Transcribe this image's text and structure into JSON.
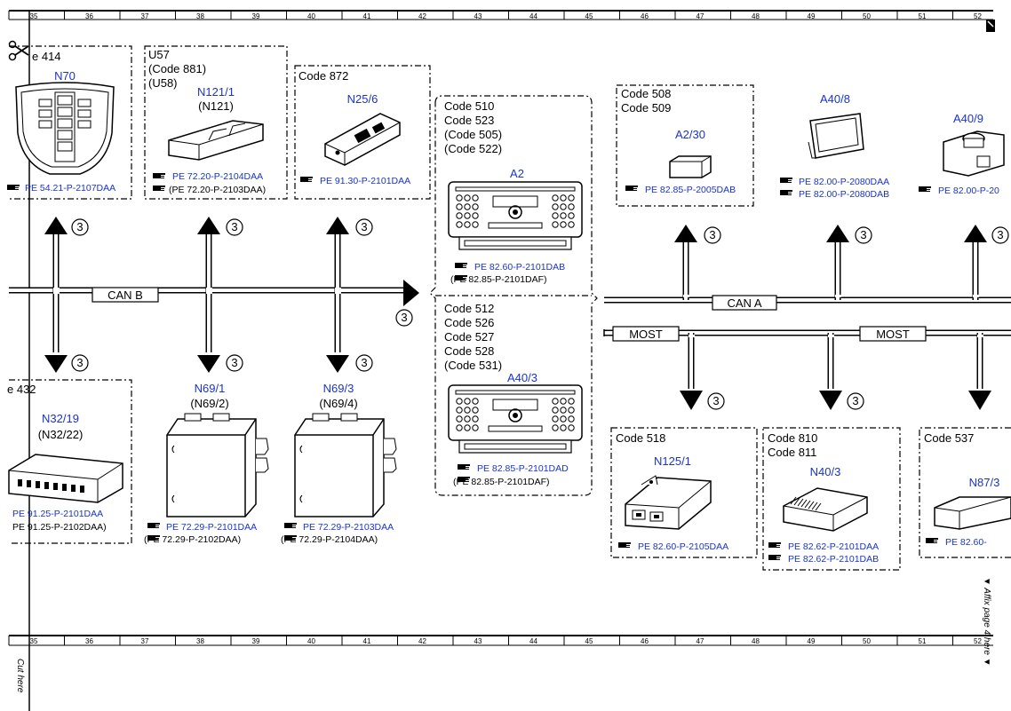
{
  "ruler": {
    "numbers": [
      "35",
      "36",
      "37",
      "38",
      "39",
      "40",
      "41",
      "42",
      "43",
      "44",
      "45",
      "46",
      "47",
      "48",
      "49",
      "50",
      "51",
      "52"
    ]
  },
  "side_text": {
    "cut_here": "Cut here",
    "affix_page": "▼ Affix page 4 here ▼"
  },
  "buses": {
    "can_b": "CAN B",
    "can_a": "CAN A",
    "most_1": "MOST",
    "most_2": "MOST"
  },
  "connector": "3",
  "boxes": {
    "n70": {
      "header": "e 414",
      "name": "N70",
      "refs": [
        "PE 54.21-P-2107DAA"
      ]
    },
    "n121": {
      "header": [
        "U57",
        "(Code 881)",
        "(U58)"
      ],
      "name": "N121/1",
      "alt": "(N121)",
      "refs": [
        "PE 72.20-P-2104DAA",
        "(PE 72.20-P-2103DAA)"
      ]
    },
    "n25": {
      "header": [
        "Code 872"
      ],
      "name": "N25/6",
      "refs": [
        "PE 91.30-P-2101DAA"
      ]
    },
    "a2": {
      "header": [
        "Code 510",
        "Code 523",
        "(Code 505)",
        "(Code 522)"
      ],
      "name": "A2",
      "refs": [
        "PE 82.60-P-2101DAB",
        "(PE 82.85-P-2101DAF)"
      ]
    },
    "a40_3": {
      "header": [
        "Code 512",
        "Code 526",
        "Code 527",
        "Code 528",
        "(Code 531)"
      ],
      "name": "A40/3",
      "refs": [
        "PE 82.85-P-2101DAD",
        "(PE 82.85-P-2101DAF)"
      ]
    },
    "a2_30": {
      "header": [
        "Code 508",
        "Code 509"
      ],
      "name": "A2/30",
      "refs": [
        "PE 82.85-P-2005DAB"
      ]
    },
    "a40_8": {
      "name": "A40/8",
      "refs": [
        "PE 82.00-P-2080DAA",
        "PE 82.00-P-2080DAB"
      ]
    },
    "a40_9": {
      "name": "A40/9",
      "refs": [
        "PE 82.00-P-20"
      ]
    },
    "n32": {
      "header": "e 432",
      "name": "N32/19",
      "alt": "(N32/22)",
      "refs": [
        "PE 91.25-P-2101DAA",
        "PE 91.25-P-2102DAA)"
      ]
    },
    "n69_1": {
      "name": "N69/1",
      "alt": "(N69/2)",
      "refs": [
        "PE 72.29-P-2101DAA",
        "(PE 72.29-P-2102DAA)"
      ]
    },
    "n69_3": {
      "name": "N69/3",
      "alt": "(N69/4)",
      "refs": [
        "PE 72.29-P-2103DAA",
        "(PE 72.29-P-2104DAA)"
      ]
    },
    "n125": {
      "header": [
        "Code 518"
      ],
      "name": "N125/1",
      "refs": [
        "PE 82.60-P-2105DAA"
      ]
    },
    "n40": {
      "header": [
        "Code 810",
        "Code 811"
      ],
      "name": "N40/3",
      "refs": [
        "PE 82.62-P-2101DAA",
        "PE 82.62-P-2101DAB"
      ]
    },
    "n87": {
      "header": [
        "Code 537"
      ],
      "name": "N87/3",
      "refs": [
        "PE 82.60-"
      ]
    }
  },
  "colors": {
    "label_blue": "#1a33cc",
    "line": "#000000"
  }
}
